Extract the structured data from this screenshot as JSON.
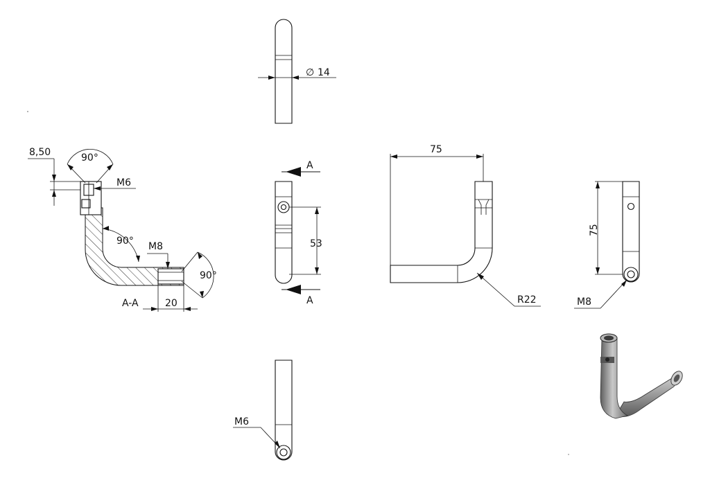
{
  "dimensions": {
    "diameter_symbol": "∅",
    "diameter_value": "14",
    "chamfer_8_50": "8,50",
    "angle_top": "90°",
    "thread_m6_section": "M6",
    "angle_bend": "90°",
    "thread_m8_section": "M8",
    "angle_right": "90°",
    "section_label": "A-A",
    "length_20": "20",
    "section_arrow_top": "A",
    "section_arrow_bottom": "A",
    "height_53": "53",
    "width_75": "75",
    "radius_22": "R22",
    "height_75": "75",
    "thread_m8_side": "M8",
    "thread_m6_bottom": "M6"
  },
  "colors": {
    "line": "#111111",
    "background": "#ffffff",
    "shade_3d": "#8c8c8c"
  }
}
